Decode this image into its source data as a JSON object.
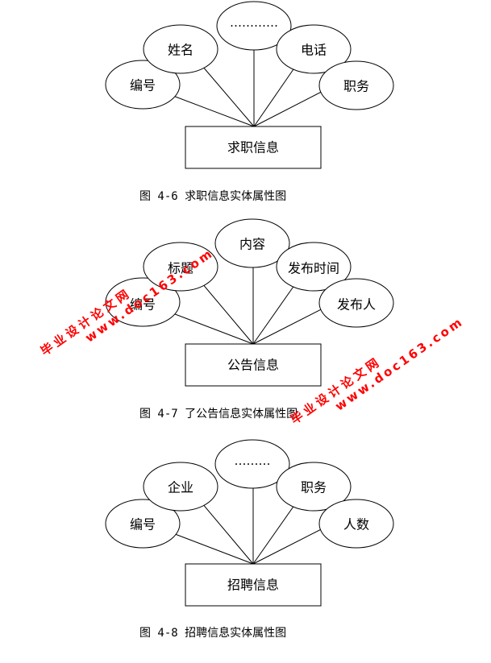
{
  "diagrams": [
    {
      "entity": "求职信息",
      "attributes": [
        "编号",
        "姓名",
        "…………",
        "电话",
        "职务"
      ],
      "caption": "图 4-6 求职信息实体属性图"
    },
    {
      "entity": "公告信息",
      "attributes": [
        "编号",
        "标题",
        "内容",
        "发布时间",
        "发布人"
      ],
      "caption": "图 4-7 了公告信息实体属性图"
    },
    {
      "entity": "招聘信息",
      "attributes": [
        "编号",
        "企业",
        "………",
        "职务",
        "人数"
      ],
      "caption": "图 4-8 招聘信息实体属性图"
    }
  ],
  "watermarks": [
    {
      "line1": "毕业设计论文网",
      "line2": "www.doc163.com"
    },
    {
      "line1": "毕业设计论文网",
      "line2": "www.doc163.com"
    }
  ],
  "colors": {
    "stroke": "#000000",
    "watermark": "#ff0000"
  }
}
